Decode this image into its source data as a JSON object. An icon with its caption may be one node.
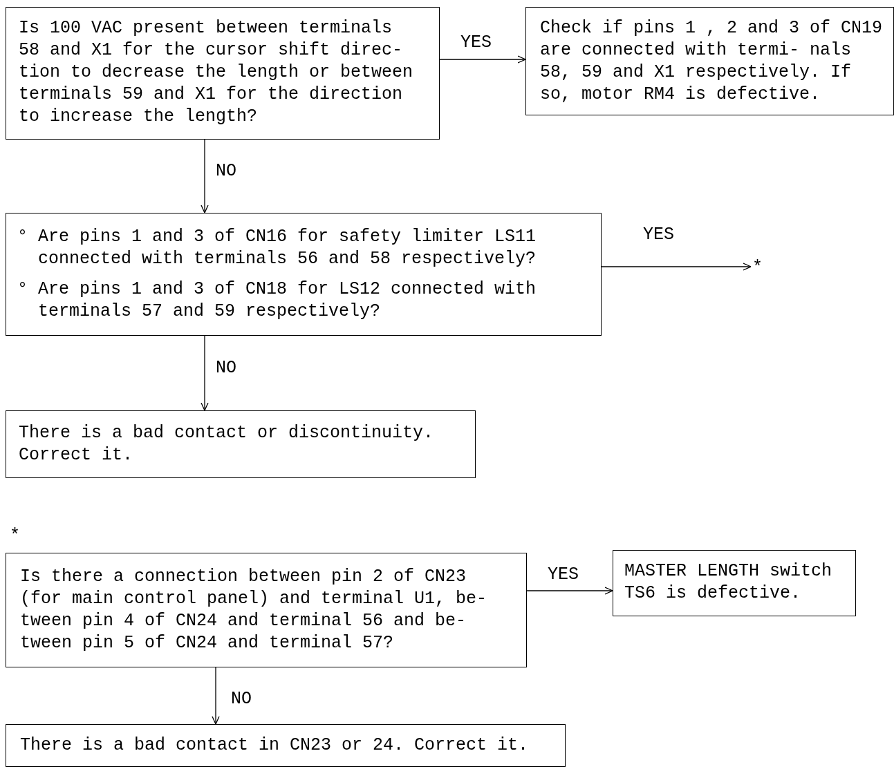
{
  "diagram": {
    "nodes": [
      {
        "text": [
          "Is 100 VAC present between terminals 58 and X1 for the cursor shift direc- tion to decrease the length or between terminals 59 and X1 for the direction to increase the length?"
        ]
      },
      {
        "text": [
          "Check if pins 1 , 2 and 3 of CN19 are connected with termi- nals 58, 59 and X1 respectively. If so, motor RM4 is defective."
        ]
      },
      {
        "text": [
          "° Are pins 1 and 3 of CN16 for safety limiter LS11 connected with terminals 56 and 58 respectively?",
          "° Are pins 1 and 3 of CN18 for LS12 connected with terminals 57 and 59 respectively?"
        ]
      },
      {
        "text": [
          "There is a bad contact or discontinuity. Correct it."
        ]
      },
      {
        "text": [
          "*"
        ]
      },
      {
        "text": [
          "Is there a connection between pin 2 of CN23 (for main control panel) and terminal U1, be- tween pin 4 of CN24 and terminal 56 and be- tween pin 5 of CN24 and terminal 57?"
        ]
      },
      {
        "text": [
          "MASTER LENGTH switch TS6 is defective."
        ]
      },
      {
        "text": [
          "There is a bad contact in CN23 or 24. Correct it."
        ]
      }
    ],
    "edges": [
      {
        "from": 0,
        "to": 1,
        "arrow": "to",
        "label": "YES"
      },
      {
        "from": 0,
        "to": 2,
        "arrow": "to",
        "label": "NO"
      },
      {
        "from": 2,
        "to": 4,
        "arrow": "to",
        "label": "YES"
      },
      {
        "from": 2,
        "to": 3,
        "arrow": "to",
        "label": "NO"
      },
      {
        "from": 5,
        "to": 6,
        "arrow": "to",
        "label": "YES"
      },
      {
        "from": 5,
        "to": 7,
        "arrow": "to",
        "label": "NO"
      }
    ],
    "labels": [
      "*"
    ]
  }
}
